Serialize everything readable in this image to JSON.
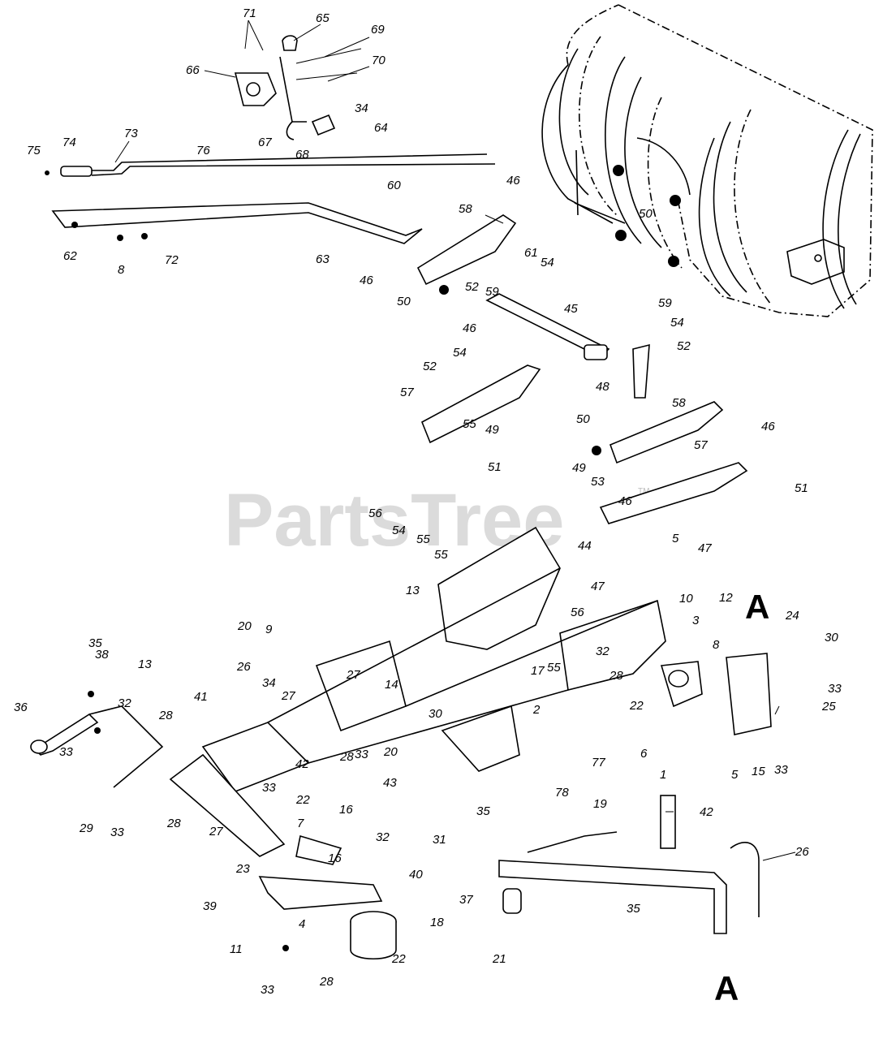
{
  "watermark": "PartsTree",
  "watermark_tm": "TM",
  "section_markers": [
    "A",
    "A"
  ],
  "part_labels": [
    "71",
    "65",
    "69",
    "66",
    "70",
    "34",
    "64",
    "67",
    "68",
    "73",
    "75",
    "74",
    "76",
    "60",
    "46",
    "58",
    "62",
    "8",
    "72",
    "63",
    "61",
    "54",
    "46",
    "52",
    "59",
    "50",
    "45",
    "50",
    "46",
    "59",
    "54",
    "52",
    "52",
    "54",
    "48",
    "57",
    "58",
    "55",
    "49",
    "51",
    "50",
    "46",
    "57",
    "46",
    "51",
    "49",
    "53",
    "56",
    "54",
    "5",
    "47",
    "55",
    "55",
    "44",
    "13",
    "47",
    "10",
    "12",
    "24",
    "20",
    "9",
    "56",
    "3",
    "8",
    "30",
    "35",
    "38",
    "13",
    "55",
    "32",
    "27",
    "14",
    "33",
    "26",
    "34",
    "28",
    "27",
    "17",
    "25",
    "36",
    "32",
    "2",
    "22",
    "41",
    "28",
    "30",
    "33",
    "20",
    "6",
    "1",
    "5",
    "15",
    "33",
    "42",
    "28",
    "33",
    "43",
    "77",
    "35",
    "29",
    "33",
    "28",
    "33",
    "22",
    "7",
    "16",
    "78",
    "19",
    "42",
    "27",
    "31",
    "32",
    "23",
    "16",
    "40",
    "26",
    "39",
    "4",
    "18",
    "37",
    "35",
    "11",
    "22",
    "21",
    "33",
    "28"
  ]
}
